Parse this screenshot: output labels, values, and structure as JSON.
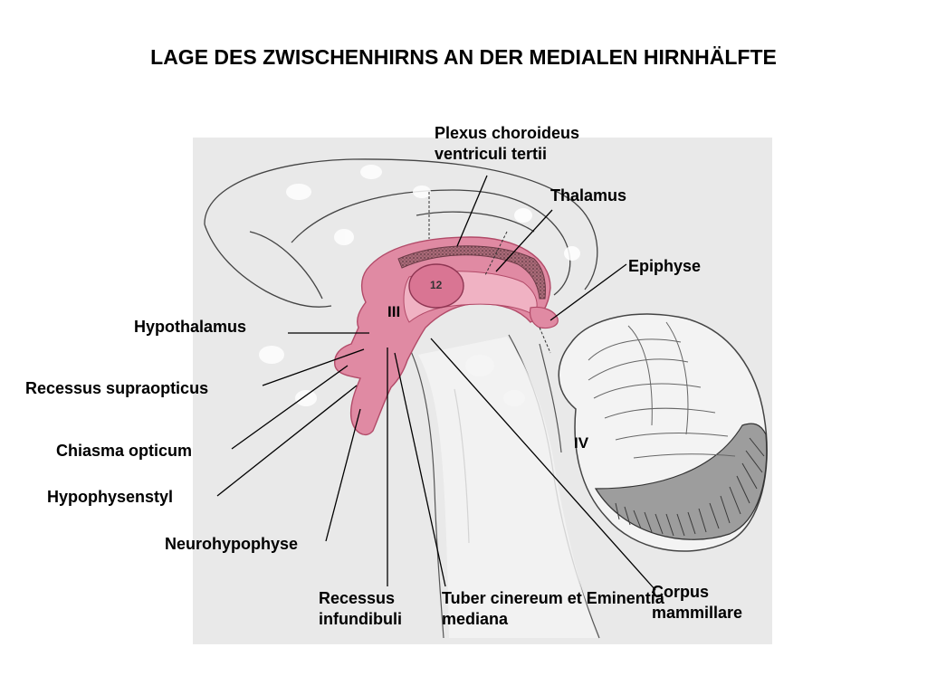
{
  "title": "LAGE DES ZWISCHENHIRNS AN DER MEDIALEN HIRNHÄLFTE",
  "colors": {
    "diencephalon": "#e08aa3",
    "diencephalon_dark": "#c9607e",
    "cerebellum_striped": "#9d9d9d",
    "background": "#e9e9e9"
  },
  "markers": {
    "ventricle_iii": "III",
    "ventricle_iv": "IV",
    "structure_12": "12"
  },
  "labels": {
    "plexus_line1": "Plexus choroideus",
    "plexus_line2": "ventriculi tertii",
    "thalamus": "Thalamus",
    "epiphyse": "Epiphyse",
    "hypothalamus": "Hypothalamus",
    "recessus_supraopticus": "Recessus supraopticus",
    "chiasma_opticum": "Chiasma opticum",
    "hypophysenstyl": "Hypophysenstyl",
    "neurohypophyse": "Neurohypophyse",
    "recessus_infundibuli_line1": "Recessus",
    "recessus_infundibuli_line2": "infundibuli",
    "tuber_line1": "Tuber cinereum et Eminentia",
    "tuber_line2": "mediana",
    "corpus_line1": "Corpus",
    "corpus_line2": "mammillare"
  }
}
